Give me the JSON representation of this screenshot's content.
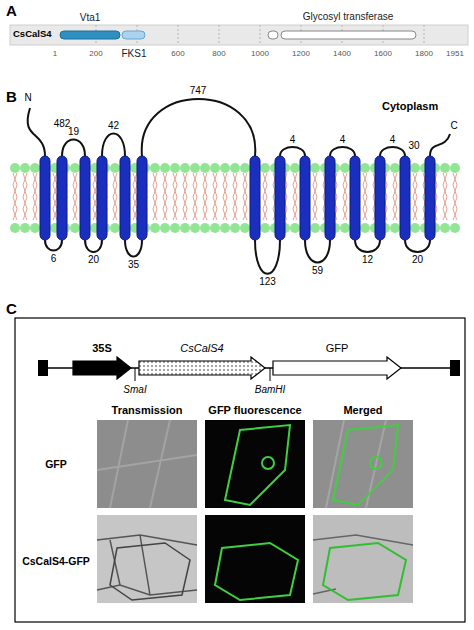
{
  "diagram": {
    "nodes": [
      {
        "text": [
          "35S"
        ]
      },
      {
        "text": [
          "CsCalS4"
        ]
      },
      {
        "text": [
          "GFP"
        ]
      }
    ],
    "labels": [
      "A",
      "CsCalS4",
      "Vta1",
      "FKS1",
      "Glycosyl transferase",
      "1",
      "200",
      "600",
      "800",
      "1000",
      "1200",
      "1400",
      "1600",
      "1800",
      "1951",
      "B",
      "N",
      "482",
      "19",
      "42",
      "747",
      "Cytoplasm",
      "4",
      "4",
      "4",
      "30",
      "C",
      "6",
      "20",
      "35",
      "123",
      "59",
      "12",
      "20",
      "C",
      "SmaI",
      "BamHI",
      "Transmission",
      "GFP fluorescence",
      "Merged",
      "GFP",
      "CsCalS4-GFP"
    ]
  }
}
